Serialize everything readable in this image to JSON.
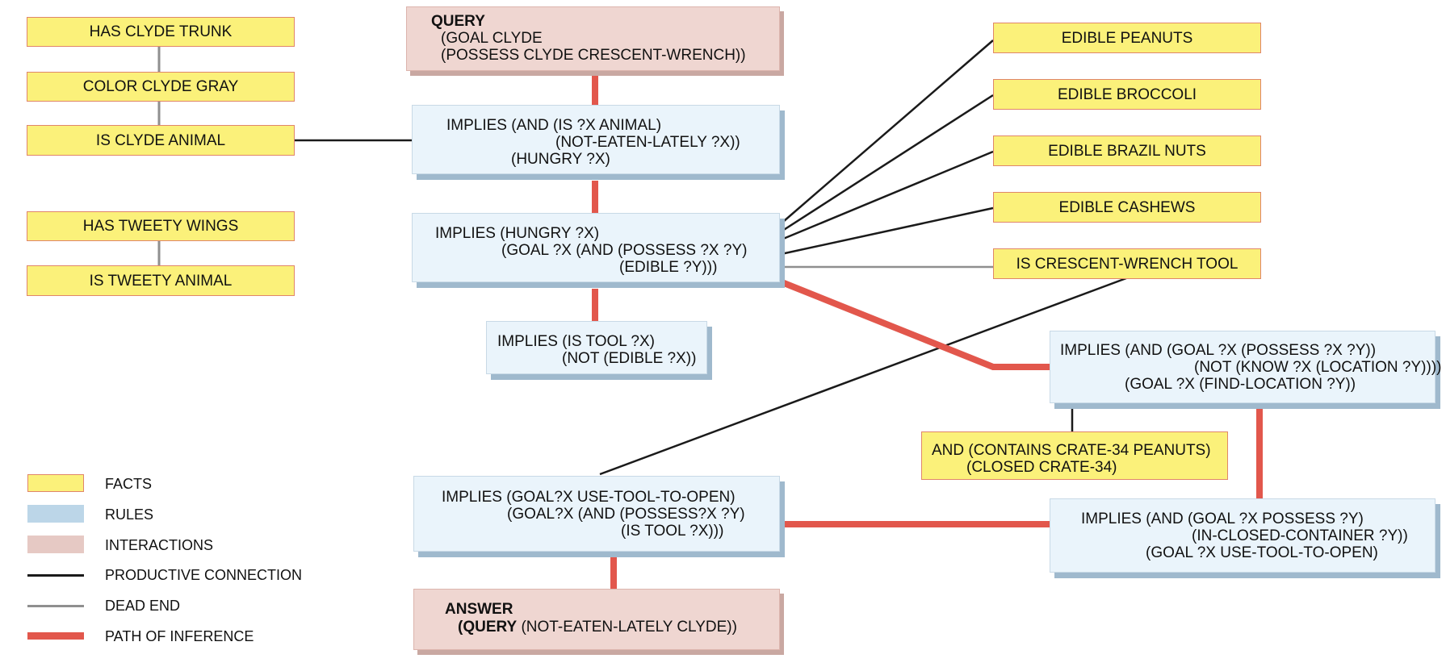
{
  "colors": {
    "fact_fill": "#fbf17a",
    "fact_border": "#e0866a",
    "rule_fill": "#eaf4fb",
    "interaction_fill": "#efd6d1",
    "productive": "#1a1a1a",
    "dead_end": "#8f8f8f",
    "inference": "#e2574c"
  },
  "facts": {
    "has_clyde_trunk": "HAS CLYDE TRUNK",
    "color_clyde_gray": "COLOR CLYDE GRAY",
    "is_clyde_animal": "IS CLYDE ANIMAL",
    "has_tweety_wings": "HAS TWEETY WINGS",
    "is_tweety_animal": "IS TWEETY ANIMAL",
    "edible_peanuts": "EDIBLE PEANUTS",
    "edible_broccoli": "EDIBLE BROCCOLI",
    "edible_brazil_nuts": "EDIBLE BRAZIL NUTS",
    "edible_cashews": "EDIBLE CASHEWS",
    "crescent_wrench_tool": "IS CRESCENT-WRENCH TOOL",
    "contains_crate": {
      "line1": "AND (CONTAINS CRATE-34 PEANUTS)",
      "line2": "(CLOSED CRATE-34)"
    }
  },
  "query": {
    "label": "QUERY",
    "line1": "(GOAL CLYDE",
    "line2": "(POSSESS CLYDE CRESCENT-WRENCH))"
  },
  "answer": {
    "label": "ANSWER",
    "query_word": "(QUERY",
    "rest": " (NOT-EATEN-LATELY CLYDE))"
  },
  "rules": {
    "hungry_rule": {
      "line1": "IMPLIES (AND (IS ?X ANIMAL)",
      "line2": "(NOT-EATEN-LATELY ?X))",
      "line3": "(HUNGRY ?X)"
    },
    "goal_edible_rule": {
      "line1": "IMPLIES (HUNGRY ?X)",
      "line2": "(GOAL ?X (AND (POSSESS ?X ?Y)",
      "line3": "(EDIBLE ?Y)))"
    },
    "tool_rule": {
      "line1": "IMPLIES (IS TOOL ?X)",
      "line2": "(NOT (EDIBLE ?X))"
    },
    "find_location_rule": {
      "line1": "IMPLIES (AND (GOAL ?X (POSSESS ?X ?Y))",
      "line2": "(NOT (KNOW ?X (LOCATION ?Y))))",
      "line3": "(GOAL ?X (FIND-LOCATION ?Y))"
    },
    "closed_container_rule": {
      "line1": "IMPLIES (AND (GOAL ?X POSSESS ?Y)",
      "line2": "(IN-CLOSED-CONTAINER ?Y))",
      "line3": "(GOAL ?X USE-TOOL-TO-OPEN)"
    },
    "use_tool_rule": {
      "line1": "IMPLIES (GOAL?X USE-TOOL-TO-OPEN)",
      "line2": "(GOAL?X (AND (POSSESS?X ?Y)",
      "line3": "(IS TOOL ?X)))"
    }
  },
  "legend": {
    "facts": "FACTS",
    "rules": "RULES",
    "interactions": "INTERACTIONS",
    "productive": "PRODUCTIVE CONNECTION",
    "dead_end": "DEAD END",
    "inference": "PATH OF INFERENCE"
  }
}
